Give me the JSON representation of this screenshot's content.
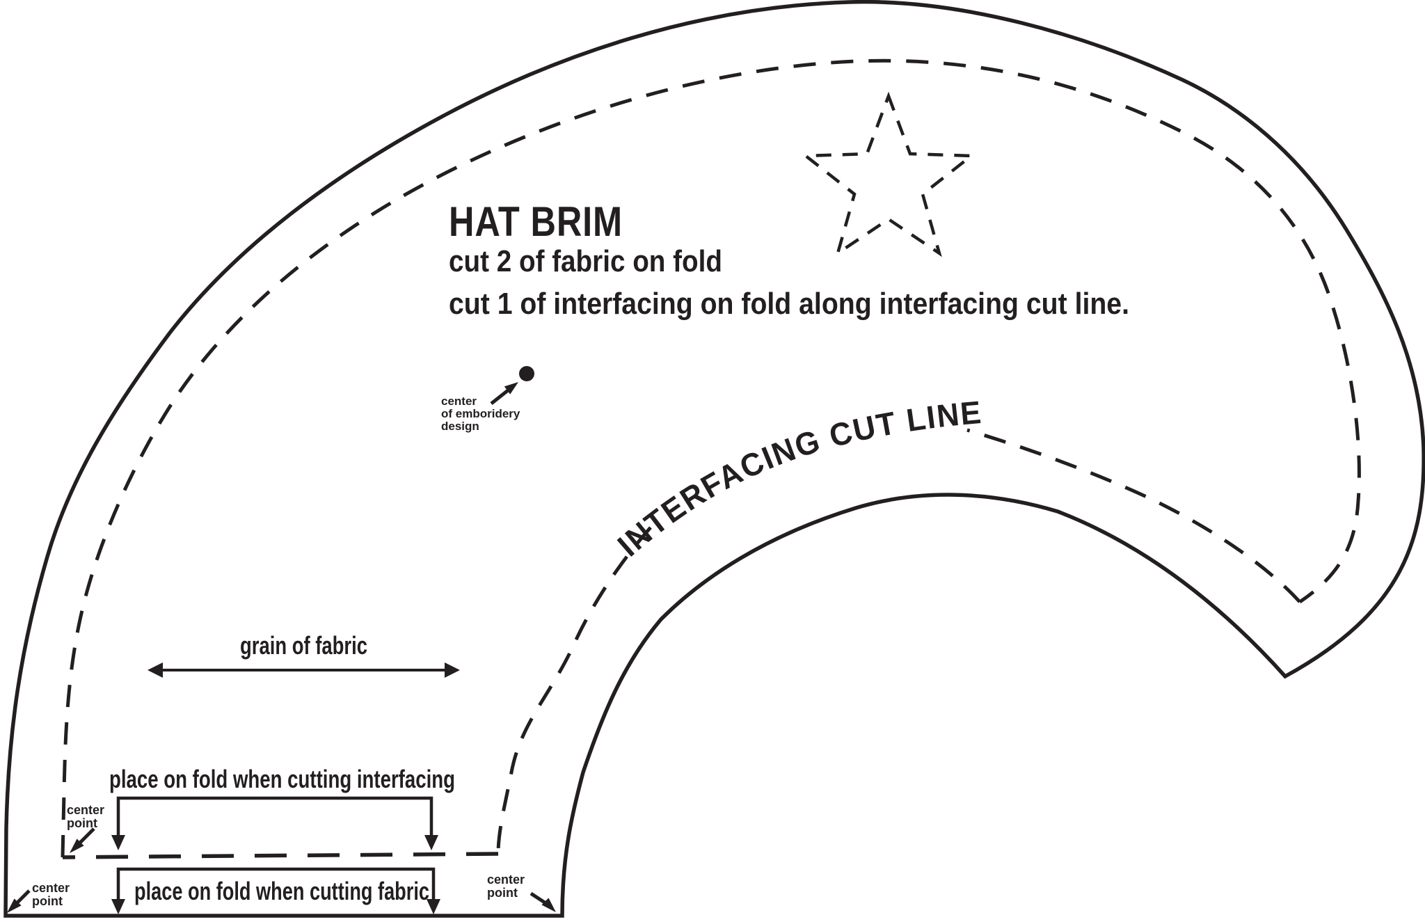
{
  "document": {
    "background": "#ffffff",
    "ink_color": "#231f20"
  },
  "pattern": {
    "title": "HAT BRIM",
    "instructions": [
      "cut 2 of fabric on fold",
      "cut 1 of interfacing on fold along interfacing cut line."
    ],
    "interfacing_cut_line_label": "INTERFACING CUT LINE",
    "grain_label": "grain of fabric",
    "fold_interfacing_label": "place on fold when cutting interfacing",
    "fold_fabric_label": "place on fold when cutting fabric",
    "center_point_label": {
      "line1": "center",
      "line2": "point"
    },
    "embroidery_label": {
      "line1": "center",
      "line2": "of emboridery",
      "line3": "design"
    }
  }
}
